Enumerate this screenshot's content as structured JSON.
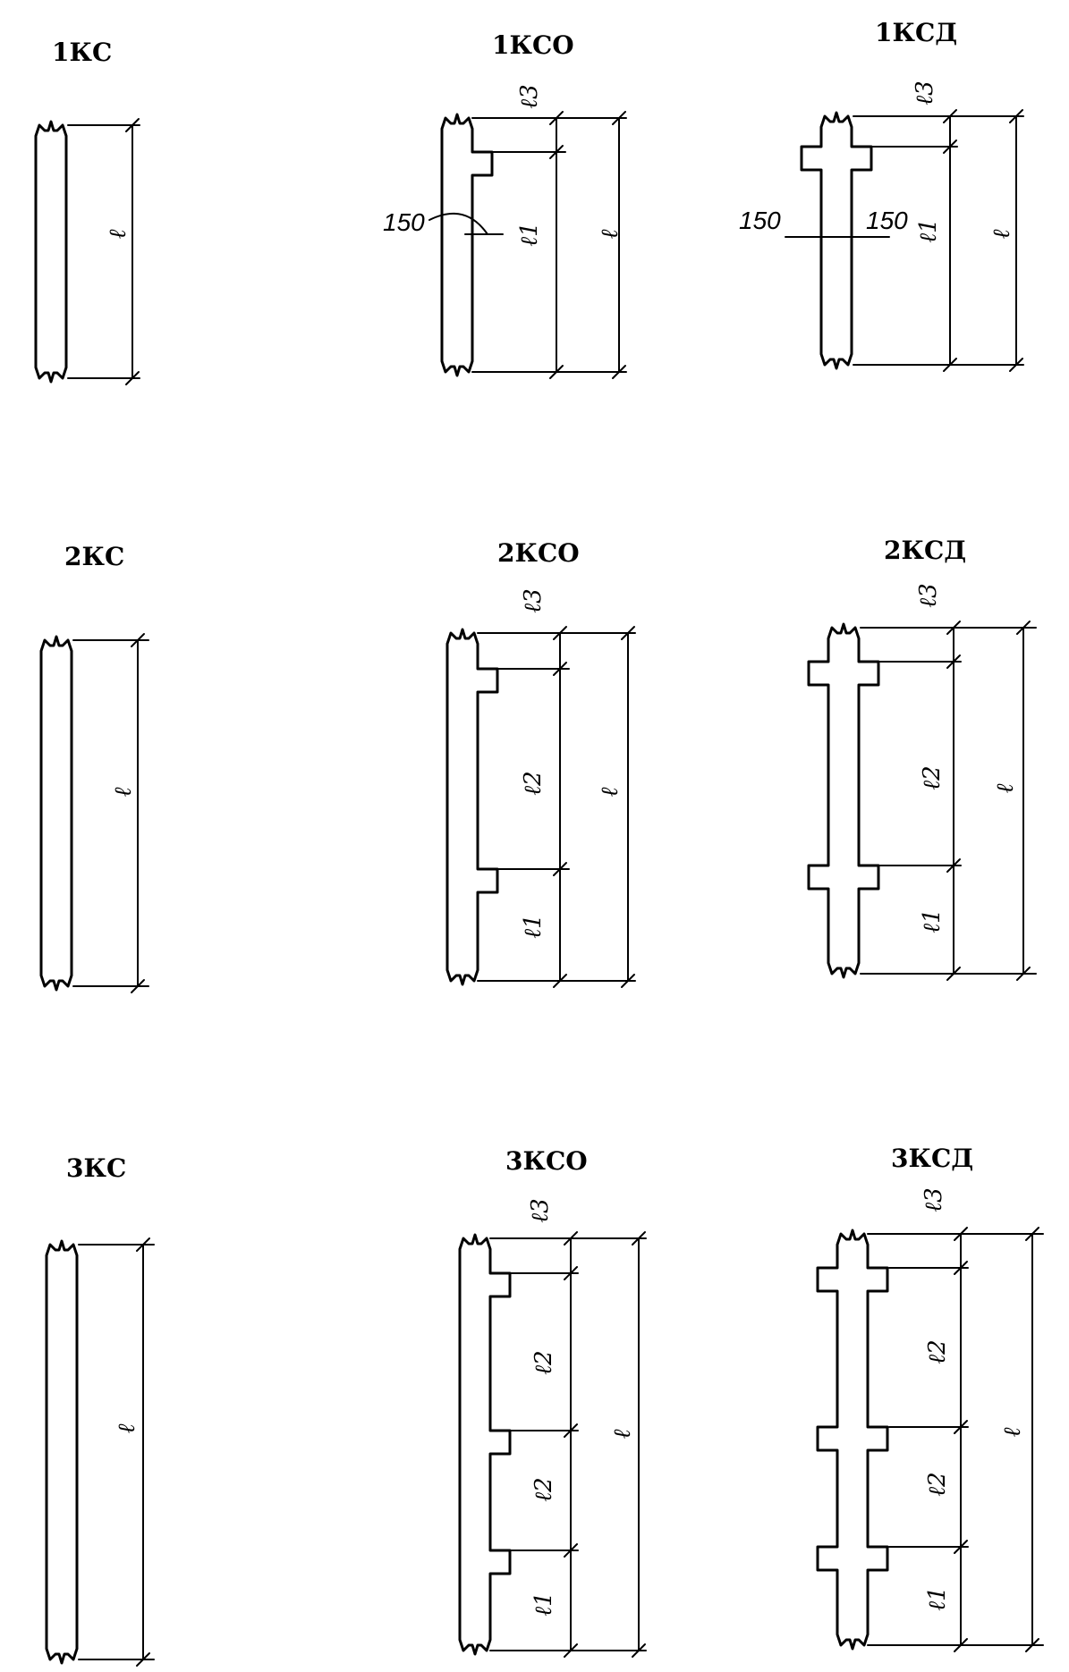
{
  "diagram": {
    "titles": {
      "kc1": "1КС",
      "kco1": "1КСО",
      "kcd1": "1КСД",
      "kc2": "2КС",
      "kco2": "2КСО",
      "kcd2": "2КСД",
      "kc3": "3КС",
      "kco3": "3КСО",
      "kcd3": "3КСД"
    },
    "dimension_labels": {
      "total_length": "ℓ",
      "segment_1": "ℓ1",
      "segment_2": "ℓ2",
      "segment_3": "ℓ3"
    },
    "notes": {
      "console_width": "150"
    }
  }
}
